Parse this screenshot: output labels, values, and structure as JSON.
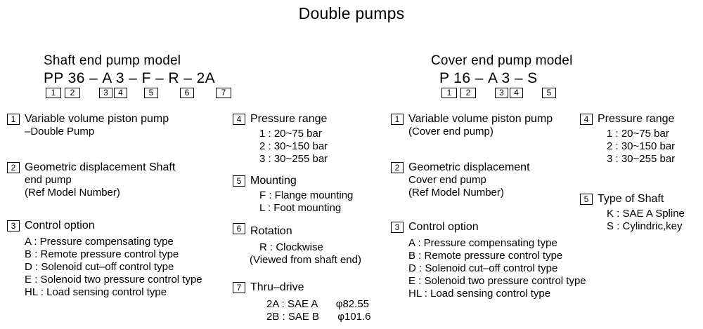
{
  "title": "Double pumps",
  "shaft_end": {
    "heading": "Shaft end pump model",
    "code": {
      "seg1": "PP 36",
      "dash1": "–",
      "seg2": "A 3",
      "dash2": "–",
      "seg3": "F",
      "dash3": "–",
      "seg4": "R",
      "dash4": "–",
      "seg5": "2A"
    },
    "boxes": [
      "1",
      "2",
      "3",
      "4",
      "5",
      "6",
      "7"
    ]
  },
  "cover_end": {
    "heading": "Cover end pump  model",
    "code": {
      "seg1": "P 16",
      "dash1": "–",
      "seg2": "A 3",
      "dash2": "–",
      "seg3": "S"
    },
    "boxes": [
      "1",
      "2",
      "3",
      "4",
      "5"
    ]
  },
  "shaft_items": {
    "item1": {
      "index": "1",
      "head": "Variable volume piston pump",
      "line2": "–Double Pump"
    },
    "item2": {
      "index": "2",
      "head": "Geometric displacement Shaft",
      "line2": "end pump",
      "line3": "(Ref Model Number)"
    },
    "item3": {
      "index": "3",
      "head": "Control option",
      "options": [
        "A : Pressure compensating type",
        "B : Remote pressure control type",
        "D : Solenoid cut–off control type",
        "E : Solenoid two pressure control type",
        "HL : Load sensing control type"
      ]
    },
    "item4": {
      "index": "4",
      "head": "Pressure range",
      "options": [
        "1 : 20~75 bar",
        "2 : 30~150 bar",
        "3 : 30~255 bar"
      ]
    },
    "item5": {
      "index": "5",
      "head": "Mounting",
      "options": [
        "F : Flange mounting",
        "L : Foot mounting"
      ]
    },
    "item6": {
      "index": "6",
      "head": "Rotation",
      "options": [
        "R : Clockwise",
        "(Viewed from shaft end)"
      ]
    },
    "item7": {
      "index": "7",
      "head": "Thru–drive",
      "rows": [
        {
          "label": "2A : SAE A",
          "dim": "φ82.55"
        },
        {
          "label": "2B : SAE B",
          "dim": "φ101.6"
        }
      ]
    }
  },
  "cover_items": {
    "item1": {
      "index": "1",
      "head": "Variable volume piston pump",
      "line2": "(Cover end pump)"
    },
    "item2": {
      "index": "2",
      "head": "Geometric displacement",
      "line2": "Cover end pump",
      "line3": "(Ref Model Number)"
    },
    "item3": {
      "index": "3",
      "head": "Control option",
      "options": [
        "A : Pressure compensating type",
        "B : Remote pressure control type",
        "D : Solenoid cut–off control type",
        "E : Solenoid two pressure control type",
        "HL : Load sensing control type"
      ]
    },
    "item4": {
      "index": "4",
      "head": "Pressure range",
      "options": [
        "1 : 20~75 bar",
        "2 : 30~150 bar",
        "3 : 30~255 bar"
      ]
    },
    "item5": {
      "index": "5",
      "head": "Type of Shaft",
      "options": [
        "K : SAE A Spline",
        "S : Cylindric,key"
      ]
    }
  }
}
